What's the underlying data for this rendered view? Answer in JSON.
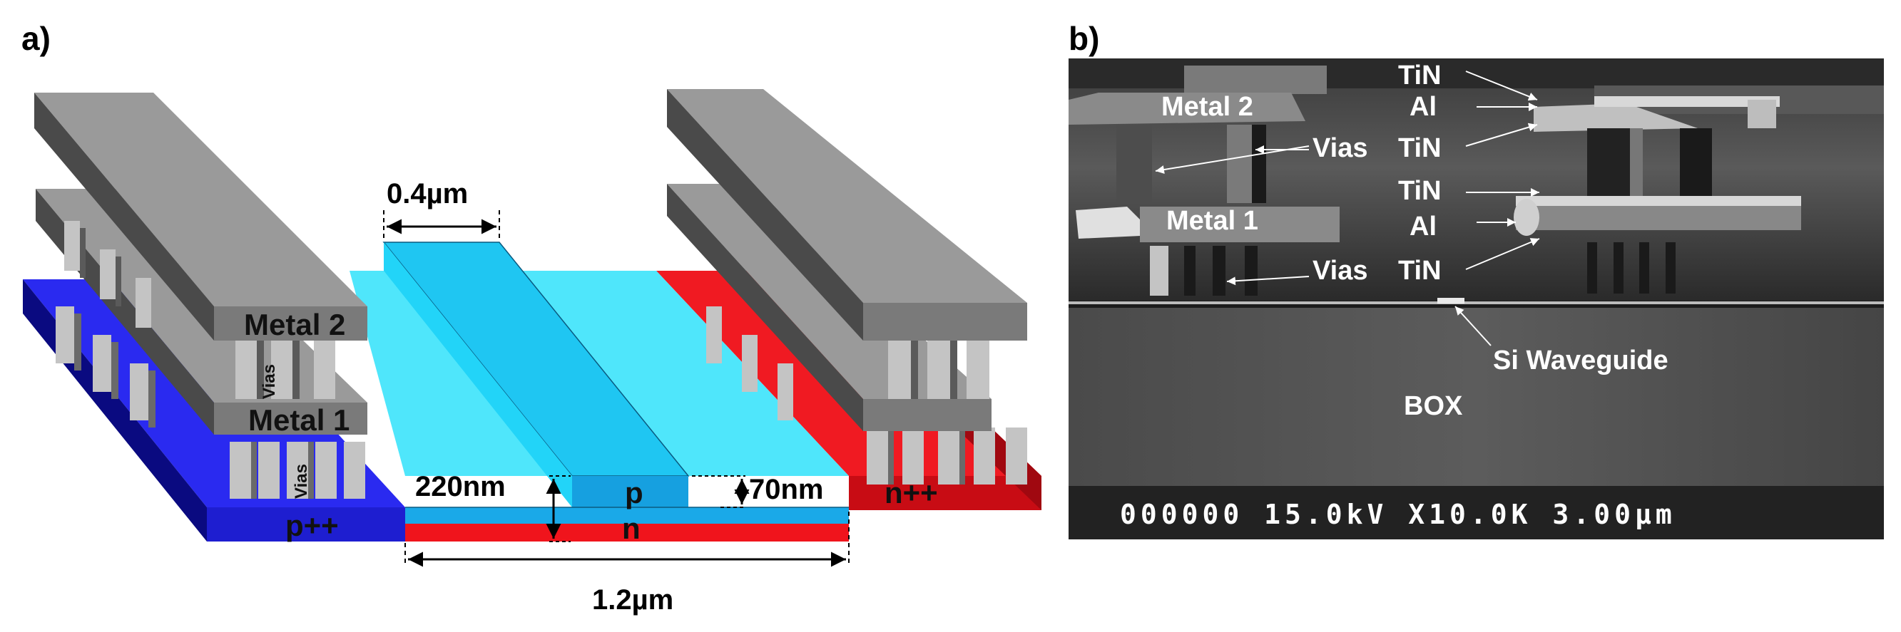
{
  "panel_a": {
    "label": "a)",
    "dimension_top": "0.4µm",
    "dimension_bottom": "1.2µm",
    "thickness_total": "220nm",
    "thickness_slab": "70nm",
    "left_stack": {
      "metal2": "Metal 2",
      "vias_upper": "Vias",
      "metal1": "Metal 1",
      "vias_lower": "Vias",
      "contact": "p++"
    },
    "right_contact": "n++",
    "junction_p": "p",
    "junction_n": "n",
    "colors": {
      "p_contact": "#1c1ce0",
      "n_contact": "#e8111a",
      "waveguide": "#1ec8f4",
      "metal": "#8c8c8c"
    }
  },
  "panel_b": {
    "label": "b)",
    "labels": {
      "metal2": "Metal 2",
      "vias_upper": "Vias",
      "metal1": "Metal 1",
      "vias_lower": "Vias",
      "tin1": "TiN",
      "al1": "Al",
      "tin2": "TiN",
      "tin3": "TiN",
      "al2": "Al",
      "tin4": "TiN",
      "waveguide": "Si Waveguide",
      "box": "BOX"
    },
    "footer": "000000 15.0kV X10.0K 3.00µm"
  }
}
